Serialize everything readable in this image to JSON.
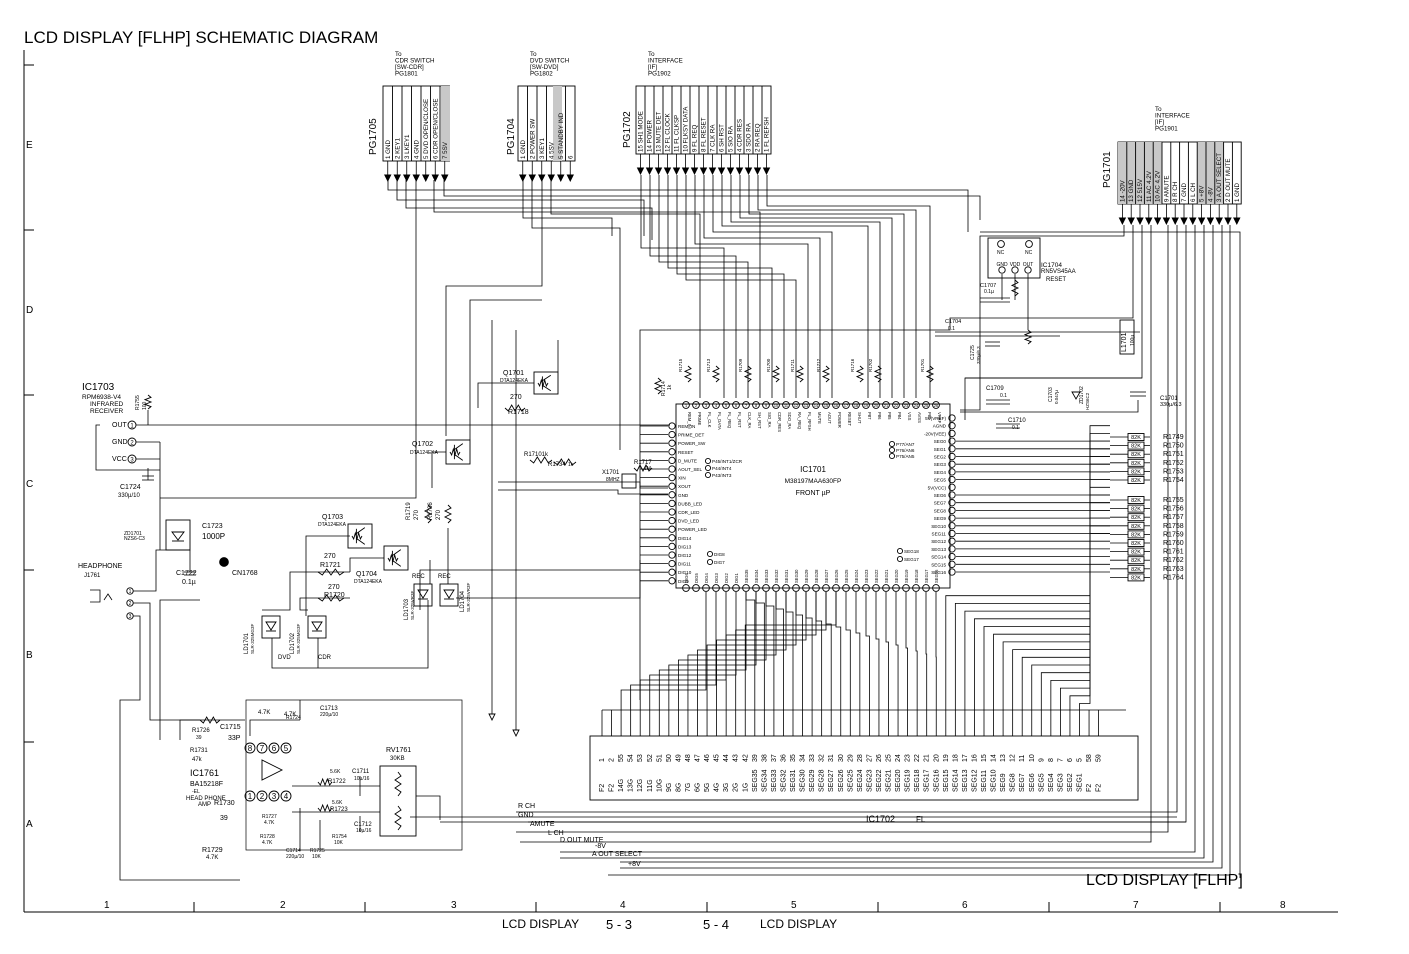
{
  "title": "LCD DISPLAY [FLHP] SCHEMATIC DIAGRAM",
  "frame_title": "LCD DISPLAY [FLHP]",
  "footer": {
    "left_label": "LCD DISPLAY",
    "left_page": "5 - 3",
    "right_page": "5 - 4",
    "right_label": "LCD DISPLAY"
  },
  "grid": {
    "columns": [
      "1",
      "2",
      "3",
      "4",
      "5",
      "6",
      "7",
      "8"
    ],
    "rows": [
      "E",
      "D",
      "C",
      "B",
      "A"
    ]
  },
  "connectors": {
    "pg1705": {
      "ref": "PG1705",
      "to": [
        "To",
        "CDR SWITCH",
        "[SW-CDR]",
        "PG1801"
      ],
      "pins": [
        {
          "n": "1",
          "s": "GND"
        },
        {
          "n": "2",
          "s": "KEY1"
        },
        {
          "n": "3",
          "s": "LKEY1"
        },
        {
          "n": "4",
          "s": "GND"
        },
        {
          "n": "5",
          "s": "DVD OPEN/CLOSE"
        },
        {
          "n": "6",
          "s": "CDR OPEN/CLOSE"
        },
        {
          "n": "7",
          "s": "5SV"
        }
      ]
    },
    "pg1704": {
      "ref": "PG1704",
      "to": [
        "To",
        "DVD SWITCH",
        "[SW-DVD]",
        "PG1802"
      ],
      "pins": [
        {
          "n": "1",
          "s": "GND"
        },
        {
          "n": "2",
          "s": "POWER SW"
        },
        {
          "n": "3",
          "s": "KEY1"
        },
        {
          "n": "4",
          "s": "5SV"
        },
        {
          "n": "5",
          "s": "STANDBY IND"
        },
        {
          "n": "6",
          "s": ""
        }
      ]
    },
    "pg1702": {
      "ref": "PG1702",
      "to": [
        "To",
        "INTERFACE",
        "[IF]",
        "PG1902"
      ],
      "pins": [
        {
          "n": "15",
          "s": "SH1 MODE"
        },
        {
          "n": "14",
          "s": "POWER"
        },
        {
          "n": "13",
          "s": "MUTE DET"
        },
        {
          "n": "12",
          "s": "FL CLOCK"
        },
        {
          "n": "11",
          "s": "FL CLKSP"
        },
        {
          "n": "10",
          "s": "FLKSY DATA"
        },
        {
          "n": "9",
          "s": "FL REQ"
        },
        {
          "n": "8",
          "s": "FL RESET"
        },
        {
          "n": "7",
          "s": "CLK RA"
        },
        {
          "n": "6",
          "s": "SH RST"
        },
        {
          "n": "5",
          "s": "SIO RA"
        },
        {
          "n": "4",
          "s": "CDR RES"
        },
        {
          "n": "3",
          "s": "SDO RA"
        },
        {
          "n": "2",
          "s": "RA REQ"
        },
        {
          "n": "1",
          "s": "FL REFSH"
        }
      ]
    },
    "pg1701": {
      "ref": "PG1701",
      "to": [
        "To",
        "INTERFACE",
        "[IF]",
        "PG1901"
      ],
      "pins": [
        {
          "n": "14",
          "s": "-20V"
        },
        {
          "n": "13",
          "s": "GND"
        },
        {
          "n": "12",
          "s": "515V"
        },
        {
          "n": "11",
          "s": "AC 4.2V"
        },
        {
          "n": "10",
          "s": "AC 4.2V"
        },
        {
          "n": "9",
          "s": "AMUTE"
        },
        {
          "n": "8",
          "s": "R CH"
        },
        {
          "n": "7",
          "s": "GND"
        },
        {
          "n": "6",
          "s": "L CH"
        },
        {
          "n": "5",
          "s": "+8V"
        },
        {
          "n": "4",
          "s": "-8V"
        },
        {
          "n": "3",
          "s": "A OUT SELECT"
        },
        {
          "n": "2",
          "s": "D OUT MUTE"
        },
        {
          "n": "1",
          "s": "GND"
        }
      ]
    }
  },
  "components": {
    "ic1703": {
      "ref": "IC1703",
      "part": "RPM6938-V4",
      "desc1": "INFRARED",
      "desc2": "RECEIVER",
      "pins": [
        "OUT",
        "GND",
        "VCC"
      ]
    },
    "c1724": {
      "ref": "C1724",
      "value": "330µ/10"
    },
    "r1755": {
      "ref": "R1755",
      "value": "100"
    },
    "zd1701": {
      "ref": "ZD1701",
      "value": "NZS6-C3"
    },
    "c1723": {
      "ref": "C1723",
      "value": "1000P"
    },
    "c1722": {
      "ref": "C1722",
      "value": "0.1µ"
    },
    "cn1768": {
      "ref": "CN1768"
    },
    "headphone": {
      "label": "HEADPHONE",
      "ref": "J1761"
    },
    "q1701": {
      "ref": "Q1701",
      "part": "DTA124EKA"
    },
    "q1702": {
      "ref": "Q1702",
      "part": "DTA124EKA"
    },
    "q1703": {
      "ref": "Q1703",
      "part": "DTA124EKA"
    },
    "q1704": {
      "ref": "Q1704",
      "part": "DTA124EKA"
    },
    "r1718": {
      "ref": "R1718",
      "value": "270"
    },
    "r1721": {
      "ref": "R1721",
      "value": "270"
    },
    "r1720": {
      "ref": "R1720",
      "value": "270"
    },
    "r1719": {
      "ref": "R1719",
      "value": "270"
    },
    "r1730x": {
      "ref": "R1736",
      "value": "270"
    },
    "ld1703": {
      "ref": "LD1703",
      "part": "SLR-325VR3F",
      "label": "REC"
    },
    "ld1704": {
      "ref": "LD1704",
      "part": "SLR-325VR3F",
      "label": "REC"
    },
    "ld1701": {
      "ref": "LD1701",
      "part": "SLR-325MG3F",
      "label": "DVD"
    },
    "ld1702": {
      "ref": "LD1702",
      "part": "SLR-325MG3F",
      "label": "CDR"
    },
    "x1701": {
      "ref": "X1701",
      "value": "8MHZ"
    },
    "r1717": {
      "ref": "R1717",
      "value": "1M"
    },
    "r1710": {
      "ref": "R1710",
      "value": "1k"
    },
    "r1734": {
      "ref": "R1734",
      "value": "1k"
    },
    "r1714": {
      "ref": "R1714",
      "value": "1k"
    },
    "ic1701": {
      "ref": "IC1701",
      "part": "M38197MAA630FP",
      "desc": "FRONT µP"
    },
    "ic1704": {
      "ref": "IC1704",
      "part": "RN5VS45AA",
      "desc": "RESET",
      "pins": [
        "GND",
        "VDD",
        "OUT"
      ],
      "nc": "NC"
    },
    "c1707": {
      "ref": "C1707",
      "value": "0.1µ"
    },
    "c1704": {
      "ref": "C1704",
      "value": "0.1"
    },
    "c1725": {
      "ref": "C1725",
      "value": "330µ/6.3"
    },
    "c1709": {
      "ref": "C1709",
      "value": "0.1"
    },
    "c1710": {
      "ref": "C1710",
      "value": "0.1"
    },
    "c1703": {
      "ref": "C1703",
      "value": "0.047µ"
    },
    "zd1702": {
      "ref": "ZD1702",
      "value": "HZS6C2"
    },
    "l1701": {
      "ref": "L1701",
      "value": "100µ"
    },
    "c1701": {
      "ref": "C1701",
      "value": "330µ/6.3"
    },
    "ic1702": {
      "ref": "IC1702",
      "desc": "FL"
    },
    "ic1761": {
      "ref": "IC1761",
      "part": "BA15218F",
      "desc1": "-EL",
      "desc2": "HEAD PHONE",
      "desc3": "AMP"
    },
    "c1715": {
      "ref": "C1715",
      "value": "33P"
    },
    "c1713": {
      "ref": "C1713",
      "value": "220µ/10"
    },
    "r1726": {
      "ref": "R1726",
      "value": "39"
    },
    "r1731": {
      "ref": "R1731",
      "value": "47k"
    },
    "r1730": {
      "ref": "R1730",
      "value": "39"
    },
    "r1729": {
      "ref": "R1729",
      "value": "4.7K"
    },
    "r1724": {
      "ref": "R1724",
      "value": "4.7K"
    },
    "r1722": {
      "ref": "R1722",
      "value": "5.6K"
    },
    "r1723": {
      "ref": "R1723",
      "value": "5.6K"
    },
    "r1727": {
      "ref": "R1727",
      "value": "4.7K"
    },
    "r1728": {
      "ref": "R1728",
      "value": "4.7K"
    },
    "c1711": {
      "ref": "C1711",
      "value": "10µ/16"
    },
    "c1712": {
      "ref": "C1712",
      "value": "10µ/16"
    },
    "c1714": {
      "ref": "C1714",
      "value": "220µ/10"
    },
    "r1725": {
      "ref": "R1725",
      "value": "10K"
    },
    "r1754x": {
      "ref": "R1754",
      "value": "10K"
    },
    "rv1761": {
      "ref": "RV1761",
      "value": "30KB"
    }
  },
  "resistor_array": {
    "value": "82K",
    "refs": [
      "R1749",
      "R1750",
      "R1751",
      "R1752",
      "R1753",
      "R1754",
      "R1755",
      "R1756",
      "R1757",
      "R1758",
      "R1759",
      "R1760",
      "R1761",
      "R1762",
      "R1763",
      "R1764"
    ]
  },
  "ic1701_pins": {
    "left": [
      "REM_IN",
      "PRIME_DET",
      "POWER_SW",
      "RESET",
      "D_MUTE",
      "AOUT_SEL",
      "XIN",
      "XOUT",
      "GND",
      "DUBB_LED",
      "CDR_LED",
      "DVD_LED",
      "POWER_LED",
      "DIG14",
      "DIG13",
      "DIG12",
      "DIG11",
      "DIG10",
      "DIG9"
    ],
    "right": [
      "5V(VREF)",
      "AGND",
      "-20V(VEE)",
      "SEG0",
      "SEG1",
      "SEG2",
      "SEG3",
      "SEG4",
      "SEG5",
      "5V(VCC)",
      "SEG6",
      "SEG7",
      "SEG8",
      "SEG9",
      "SEG10",
      "SEG11",
      "SEG12",
      "SEG13",
      "SEG14",
      "SEG15",
      "SEG16"
    ],
    "inner": [
      "P45/INT1/ZCR",
      "P44/INT4",
      "P43/INT3",
      "P77/AN7",
      "P76/AN6",
      "P75/AN5",
      "SEG18",
      "SEG17",
      "DIG8",
      "DIG7"
    ]
  },
  "fl_pins": [
    "F2",
    "F2",
    "14G",
    "13G",
    "12G",
    "11G",
    "10G",
    "9G",
    "8G",
    "7G",
    "6G",
    "5G",
    "4G",
    "3G",
    "2G",
    "1G",
    "SEG35",
    "SEG34",
    "SEG33",
    "SEG32",
    "SEG31",
    "SEG30",
    "SEG29",
    "SEG28",
    "SEG27",
    "SEG26",
    "SEG25",
    "SEG24",
    "SEG23",
    "SEG22",
    "SEG21",
    "SEG20",
    "SEG19",
    "SEG18",
    "SEG17",
    "SEG16",
    "SEG15",
    "SEG14",
    "SEG13",
    "SEG12",
    "SEG11",
    "SEG10",
    "SEG9",
    "SEG8",
    "SEG7",
    "SEG6",
    "SEG5",
    "SEG4",
    "SEG3",
    "SEG2",
    "SEG1",
    "F2",
    "F2"
  ],
  "fl_numbers": [
    "1",
    "2",
    "55",
    "54",
    "53",
    "52",
    "51",
    "50",
    "49",
    "48",
    "47",
    "46",
    "45",
    "44",
    "43",
    "42",
    "39",
    "38",
    "37",
    "36",
    "35",
    "34",
    "33",
    "32",
    "31",
    "30",
    "29",
    "28",
    "27",
    "26",
    "25",
    "24",
    "23",
    "22",
    "21",
    "20",
    "19",
    "18",
    "17",
    "16",
    "15",
    "14",
    "13",
    "12",
    "11",
    "10",
    "9",
    "8",
    "7",
    "6",
    "5",
    "58",
    "59"
  ],
  "bus_labels": [
    "R CH",
    "GND",
    "AMUTE",
    "L CH",
    "D OUT MUTE",
    "-8V",
    "A OUT SELECT",
    "+8V"
  ],
  "colors": {
    "ink": "#000000",
    "pin_fill": "#c8c8c8",
    "paper": "#ffffff"
  }
}
